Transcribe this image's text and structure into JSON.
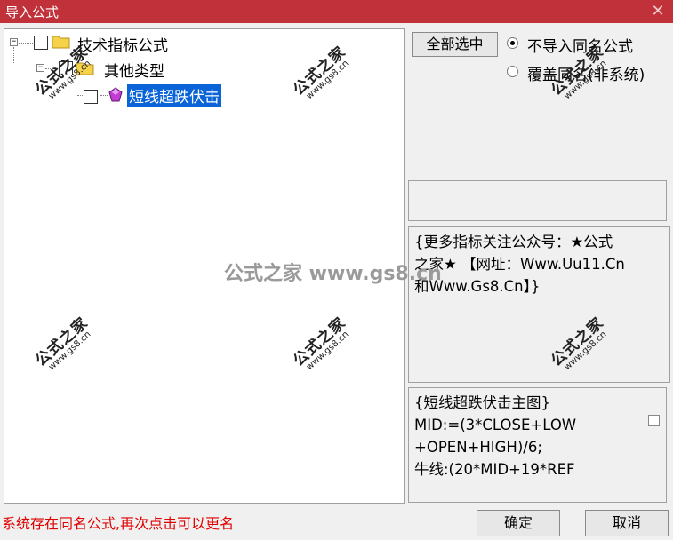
{
  "window": {
    "title": "导入公式",
    "close_glyph": "✕"
  },
  "tree": {
    "root": {
      "label": "技术指标公式",
      "expander": "−"
    },
    "group": {
      "label": "其他类型",
      "expander": "−"
    },
    "item": {
      "label": "短线超跌伏击"
    }
  },
  "buttons": {
    "select_all": "全部选中",
    "ok": "确定",
    "cancel": "取消"
  },
  "radios": {
    "no_import_same": "不导入同名公式",
    "overwrite_same": "覆盖同名(非系统)"
  },
  "description": {
    "line1": "{更多指标关注公众号：★公式",
    "line2": "之家★ 【网址：Www.Uu11.Cn",
    "line3": "和Www.Gs8.Cn】}"
  },
  "code": {
    "line1": "{短线超跌伏击主图}",
    "line2": "MID:=(3*CLOSE+LOW",
    "line3": "+OPEN+HIGH)/6;",
    "line4": "牛线:(20*MID+19*REF"
  },
  "status": "系统存在同名公式,再次点击可以更名",
  "watermark": {
    "big": "公式之家",
    "small": "www.gs8.cn",
    "center": "公式之家 www.gs8.cn"
  },
  "colors": {
    "titlebar": "#c0313a",
    "selection": "#0a64d7",
    "status": "#e00000"
  }
}
